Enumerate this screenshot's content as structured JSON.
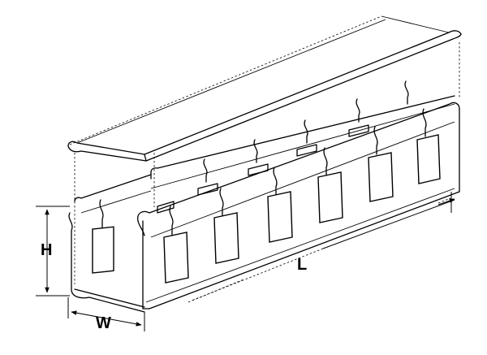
{
  "diagram": {
    "labels": {
      "height": "H",
      "width": "W",
      "length": "L"
    }
  }
}
